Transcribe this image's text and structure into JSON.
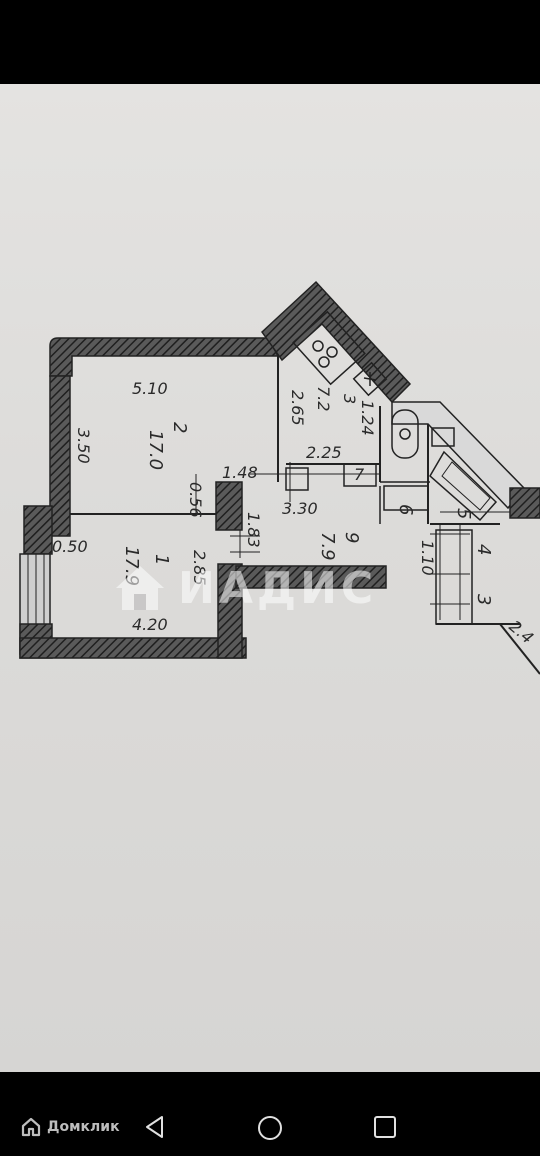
{
  "plan": {
    "labels": {
      "room2_width": "5.10",
      "room2_number": "2",
      "room2_area": "17.0",
      "room2_height": "3.50",
      "room1_number": "1",
      "room1_area": "17.9",
      "room1_width": "4.20",
      "room1_side": "2.85",
      "wall_050": "0.50",
      "wall_056": "0.56",
      "dim_148": "1.48",
      "dim_183": "1.83",
      "room9_len": "3.30",
      "room9_number": "9",
      "room9_area": "7.9",
      "kitchen_number": "3",
      "kitchen_area": "7.2",
      "kitchen_265": "2.65",
      "kitchen_225": "2.25",
      "kitchen_124": "1.24",
      "room7": "7",
      "room6": "6",
      "room5": "5",
      "room4": "4",
      "room3b": "3",
      "dim_110": "1.10",
      "dim_24": "2.4"
    }
  },
  "watermark": {
    "text": "ИАДИС"
  },
  "brand": {
    "name": "Домклик"
  },
  "nav": {
    "back": "back",
    "home": "home",
    "recents": "recents"
  }
}
